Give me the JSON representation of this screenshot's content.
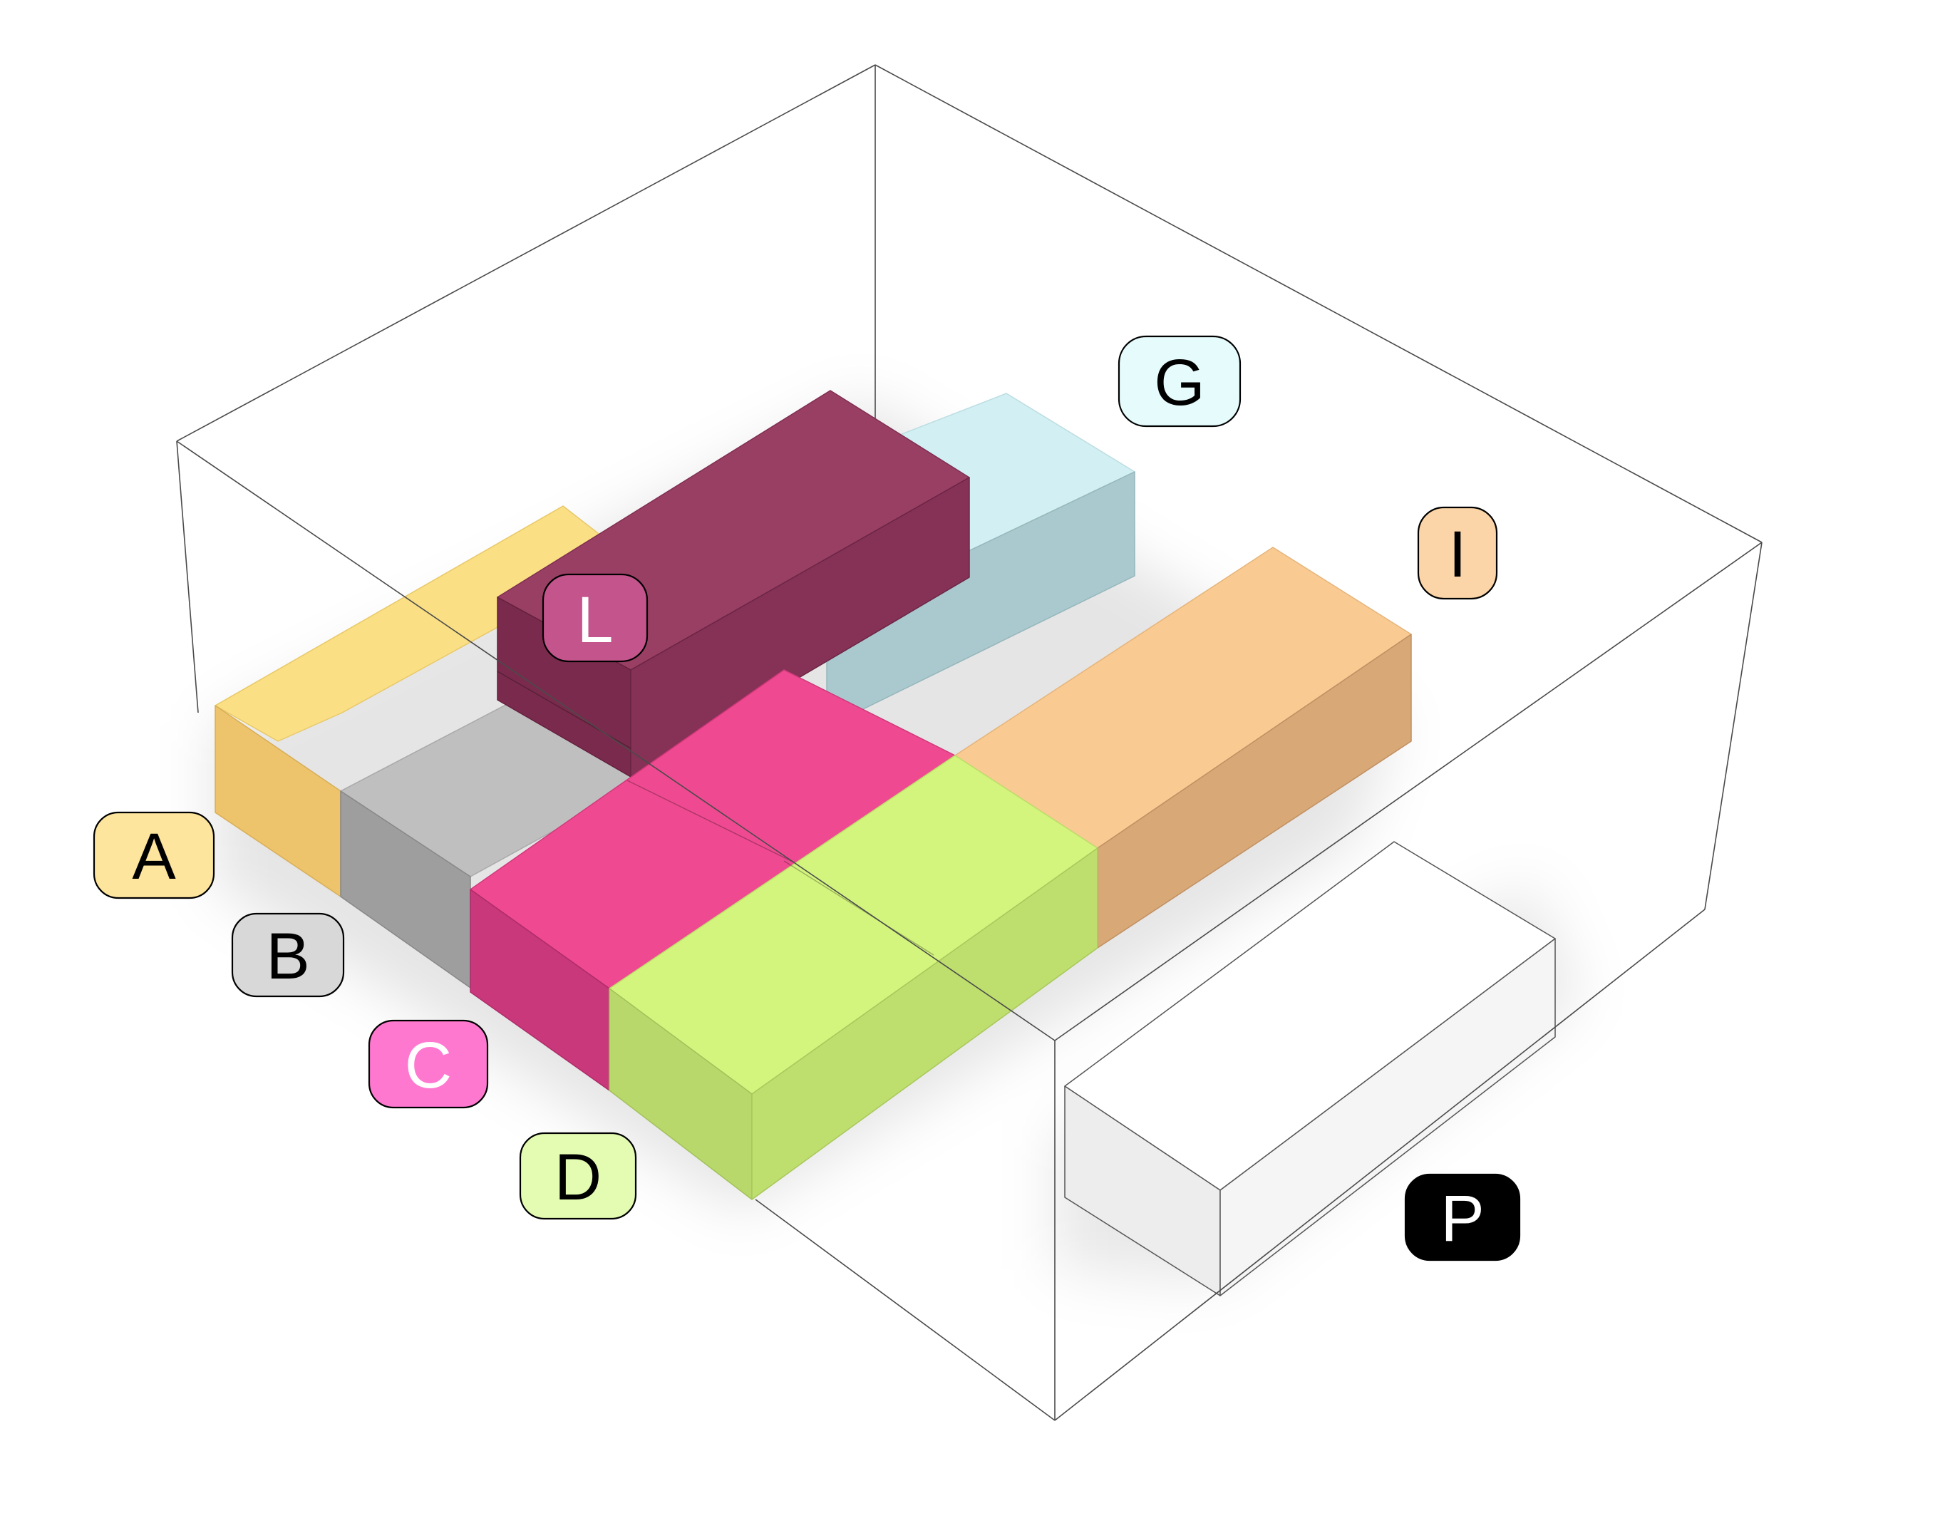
{
  "labels": {
    "A": {
      "text": "A",
      "fill": "#FDE59E",
      "color": "#000000"
    },
    "B": {
      "text": "B",
      "fill": "#D8D8D8",
      "color": "#000000"
    },
    "C": {
      "text": "C",
      "fill": "#FF78D0",
      "color": "#FFFFFF"
    },
    "D": {
      "text": "D",
      "fill": "#E3FCB2",
      "color": "#000000"
    },
    "G": {
      "text": "G",
      "fill": "#E6FBFC",
      "color": "#000000"
    },
    "I": {
      "text": "I",
      "fill": "#FBD4A8",
      "color": "#000000"
    },
    "L": {
      "text": "L",
      "fill": "#C4548C",
      "color": "#FFFFFF"
    },
    "P": {
      "text": "P",
      "fill": "#000000",
      "color": "#FFFFFF"
    }
  },
  "colors": {
    "A": "#FADB7A",
    "B": "#BDBDBD",
    "C": "#F0448E",
    "D": "#D3F57E",
    "G": "#C9ECF0",
    "I": "#F9C98F",
    "L": "#933C61",
    "P": "#FFFFFF"
  }
}
